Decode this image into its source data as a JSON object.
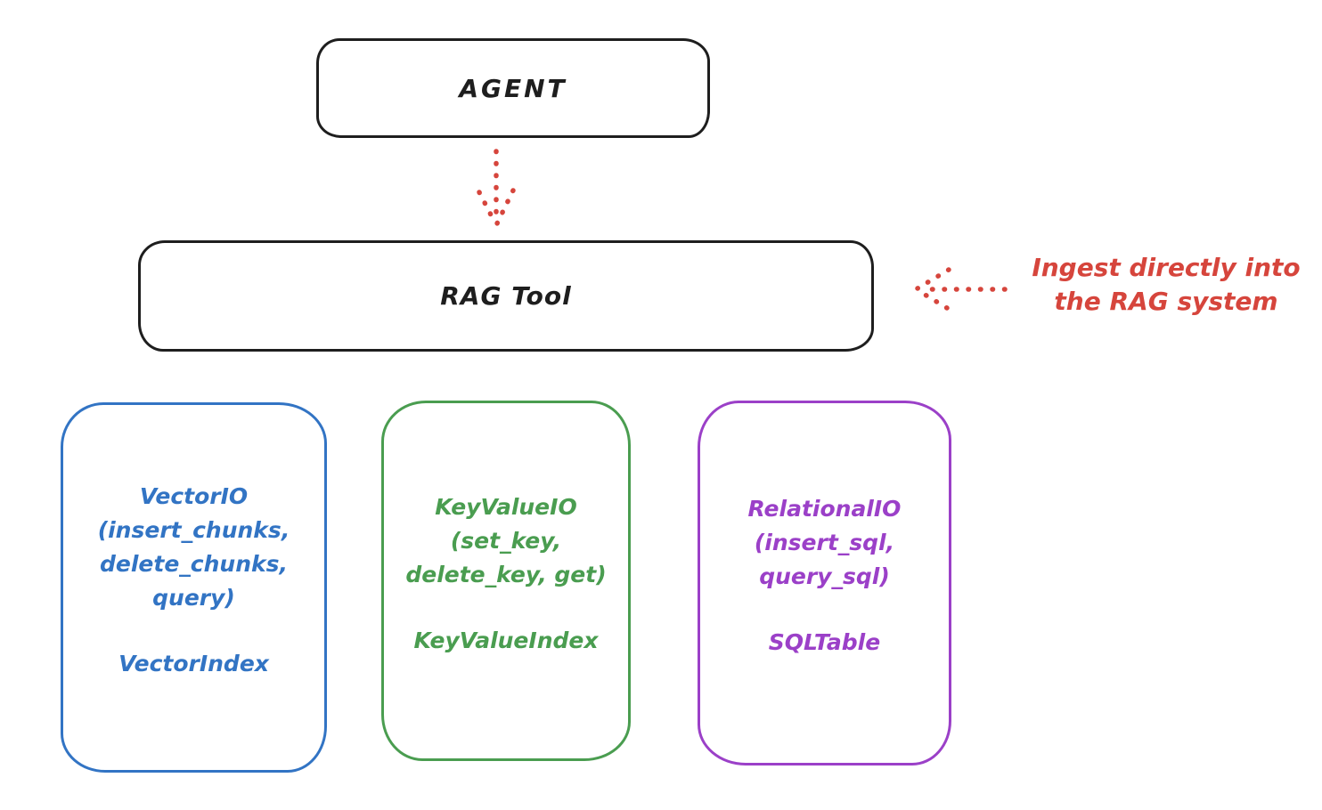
{
  "diagram": {
    "agent": {
      "label": "AGENT"
    },
    "rag_tool": {
      "label": "RAG Tool"
    },
    "annotation": {
      "line1": "Ingest directly into",
      "line2": "the RAG system"
    },
    "boxes": [
      {
        "name": "VectorIO",
        "lines": [
          "VectorIO",
          "(insert_chunks,",
          "delete_chunks,",
          "query)"
        ],
        "index_label": "VectorIndex",
        "color": "#3274c4"
      },
      {
        "name": "KeyValueIO",
        "lines": [
          "KeyValueIO",
          "(set_key,",
          "delete_key, get)"
        ],
        "index_label": "KeyValueIndex",
        "color": "#4a9d50"
      },
      {
        "name": "RelationalIO",
        "lines": [
          "RelationalIO",
          "(insert_sql,",
          "query_sql)"
        ],
        "index_label": "SQLTable",
        "color": "#9b40c8"
      }
    ]
  },
  "colors": {
    "ink": "#1e1e1e",
    "red": "#d6453c",
    "blue": "#3274c4",
    "green": "#4a9d50",
    "purple": "#9b40c8"
  }
}
